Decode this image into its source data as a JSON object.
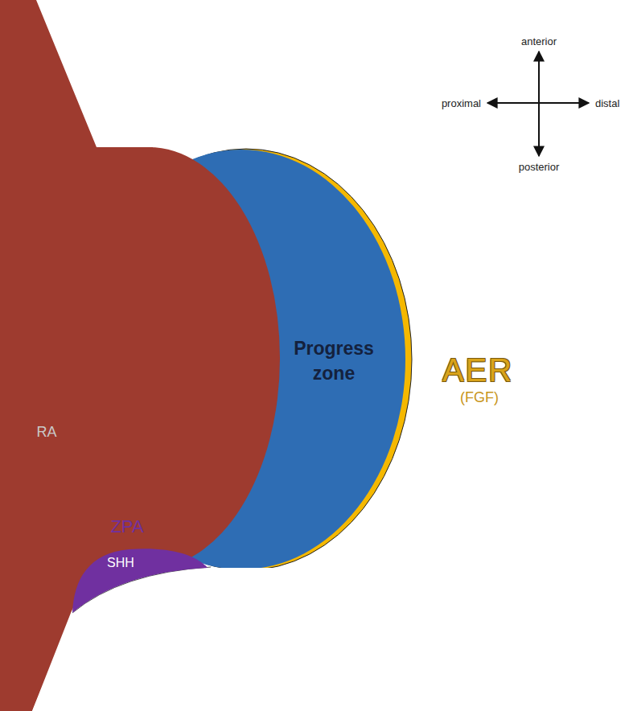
{
  "diagram": {
    "nodes": [
      {
        "text": [
          "RA"
        ]
      },
      {
        "text": [
          "Progress zone"
        ]
      },
      {
        "text": [
          "ZPA",
          "SHH"
        ]
      },
      {
        "text": [
          "AER",
          "(FGF)"
        ]
      }
    ],
    "labels": [
      "anterior",
      "proximal",
      "distal",
      "posterior"
    ]
  }
}
